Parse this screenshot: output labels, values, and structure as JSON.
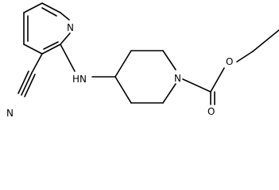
{
  "molecule": {
    "atoms": {
      "pyridine_n": "N",
      "nitrile_n": "N",
      "amine_nh": "HN",
      "piperidine_n": "N",
      "ester_o": "O",
      "carbonyl_o": "O"
    }
  }
}
